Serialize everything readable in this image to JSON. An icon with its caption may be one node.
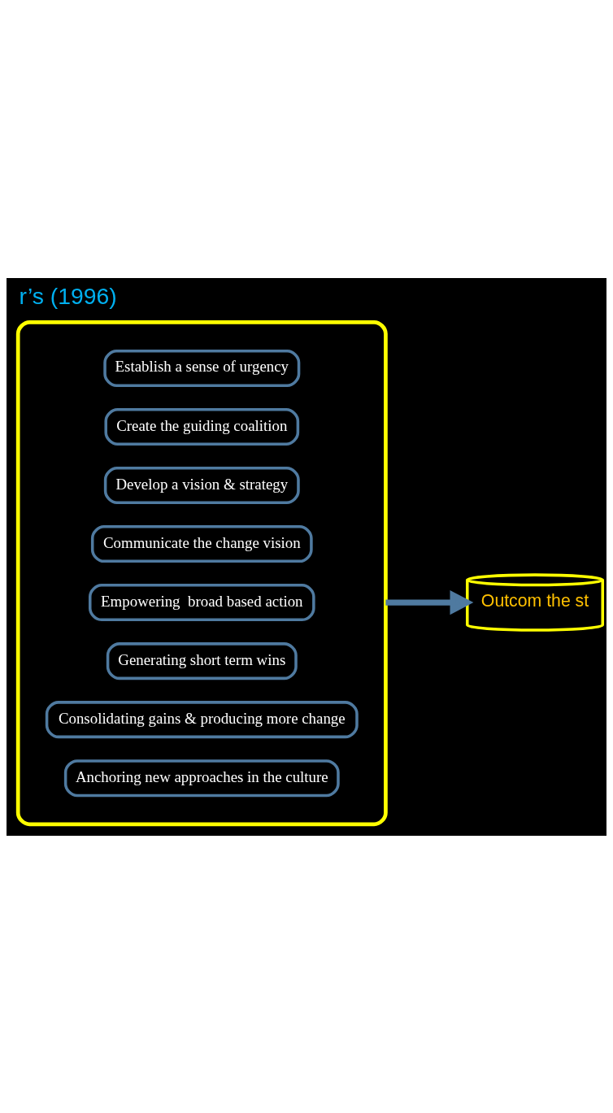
{
  "diagram": {
    "title": "r’s (1996)",
    "nodes": [
      {
        "text": [],
        "shape": "crescent"
      },
      {
        "text": [
          "Establish a sense of urgency"
        ],
        "in": 0
      },
      {
        "text": [
          "Create the guiding coalition"
        ],
        "in": 0
      },
      {
        "text": [
          "Develop a vision & strategy"
        ],
        "in": 0
      },
      {
        "text": [
          "Communicate the change vision"
        ],
        "in": 0
      },
      {
        "text": [
          "Empowering  broad based action"
        ],
        "in": 0
      },
      {
        "text": [
          "Generating short term wins"
        ],
        "in": 0
      },
      {
        "text": [
          "Consolidating gains & producing more change"
        ],
        "in": 0
      },
      {
        "text": [
          "Anchoring new approaches in the culture"
        ],
        "in": 0
      },
      {
        "text": [
          "Outcom the st"
        ]
      }
    ],
    "edges": [
      {
        "from": 0,
        "to": 9,
        "arrow": "to"
      }
    ]
  }
}
